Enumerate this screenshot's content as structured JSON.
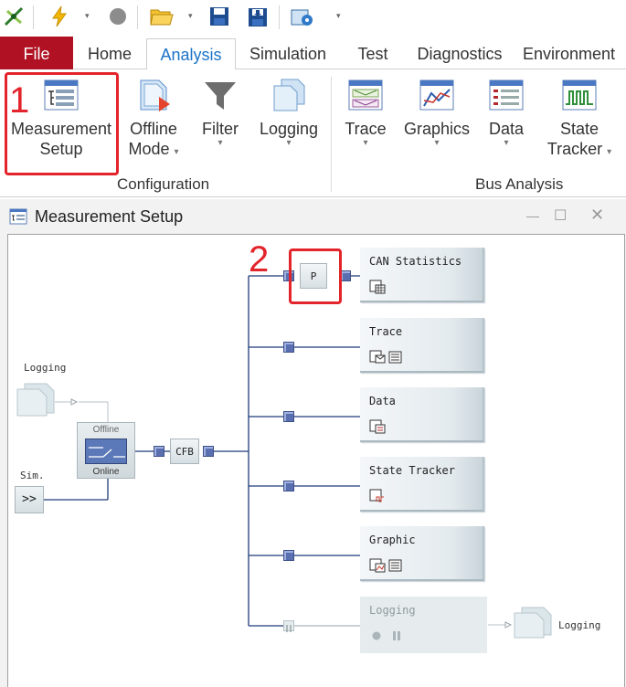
{
  "ribbon_tabs": {
    "file": "File",
    "home": "Home",
    "analysis": "Analysis",
    "simulation": "Simulation",
    "test": "Test",
    "diagnostics": "Diagnostics",
    "environment": "Environment"
  },
  "configuration": {
    "measurement_setup": [
      "Measurement",
      "Setup"
    ],
    "offline_mode": [
      "Offline",
      "Mode"
    ],
    "filter": "Filter",
    "logging": "Logging",
    "group_label": "Configuration"
  },
  "bus_analysis": {
    "trace": "Trace",
    "graphics": "Graphics",
    "data": "Data",
    "state_tracker": [
      "State",
      "Tracker"
    ],
    "group_label": "Bus Analysis"
  },
  "annotations": {
    "step1": "1",
    "step2": "2",
    "color": "#e3242b"
  },
  "window": {
    "title": "Measurement Setup"
  },
  "diagram": {
    "left_logging_label": "Logging",
    "sim_label": "Sim.",
    "sim_symbol": ">>",
    "offline_label": "Offline",
    "online_label": "Online",
    "cfb_label": "CFB",
    "p_label": "P",
    "blocks": {
      "can_statistics": "CAN Statistics",
      "trace": "Trace",
      "data": "Data",
      "state_tracker": "State Tracker",
      "graphic": "Graphic",
      "logging": "Logging"
    },
    "right_logging_label": "Logging"
  },
  "colors": {
    "file_tab": "#b01224",
    "active_tab_text": "#1a73c8",
    "wire": "#1f3b7a",
    "node": "#5a6fb0"
  }
}
